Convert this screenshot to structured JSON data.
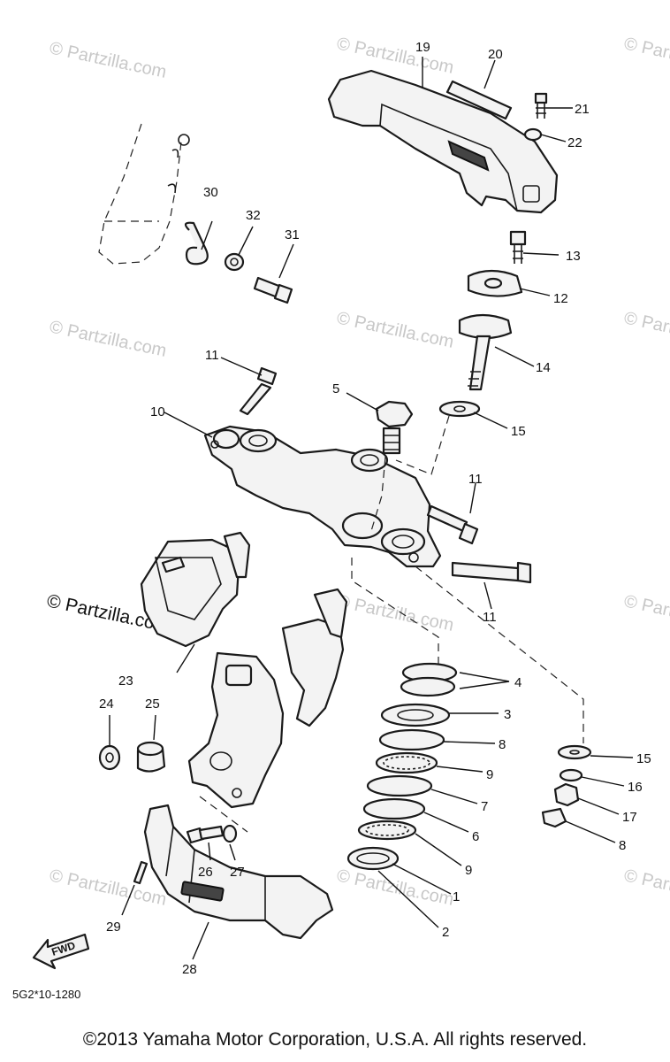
{
  "callouts": {
    "c1": "1",
    "c2": "2",
    "c3": "3",
    "c4": "4",
    "c5": "5",
    "c6": "6",
    "c7": "7",
    "c8a": "8",
    "c8b": "8",
    "c9a": "9",
    "c9b": "9",
    "c10": "10",
    "c11a": "11",
    "c11b": "11",
    "c11c": "11",
    "c12": "12",
    "c13": "13",
    "c14": "14",
    "c15a": "15",
    "c15b": "15",
    "c16": "16",
    "c17": "17",
    "c19": "19",
    "c20": "20",
    "c21": "21",
    "c22": "22",
    "c23": "23",
    "c24": "24",
    "c25": "25",
    "c26": "26",
    "c27": "27",
    "c28": "28",
    "c29": "29",
    "c30": "30",
    "c31": "31",
    "c32": "32"
  },
  "watermark": "© Partzilla.com",
  "watermark_main": "© Partzilla.com",
  "fwd_label": "FWD",
  "diagram_code": "5G2*10-1280",
  "copyright": "©2013  Yamaha Motor Corporation, U.S.A. All rights reserved."
}
